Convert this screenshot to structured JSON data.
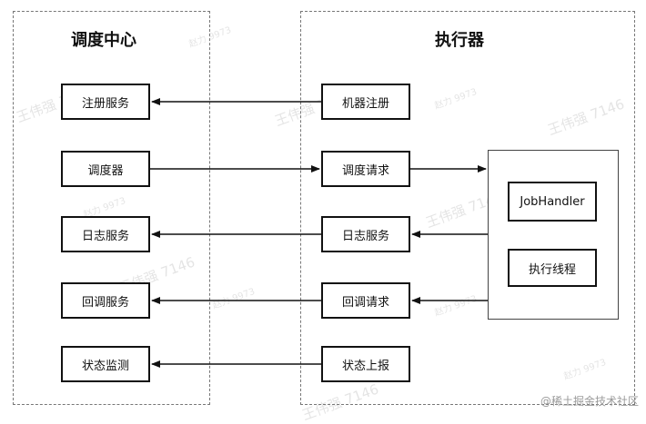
{
  "left_group": {
    "title": "调度中心"
  },
  "right_group": {
    "title": "执行器"
  },
  "left_boxes": [
    "注册服务",
    "调度器",
    "日志服务",
    "回调服务",
    "状态监测"
  ],
  "middle_boxes": [
    "机器注册",
    "调度请求",
    "日志服务",
    "回调请求",
    "状态上报"
  ],
  "executor_inner": [
    "JobHandler",
    "执行线程"
  ],
  "watermark": {
    "author": "王伟强 7146",
    "number": "赵力 9973",
    "site": "@稀土掘金技术社区"
  }
}
